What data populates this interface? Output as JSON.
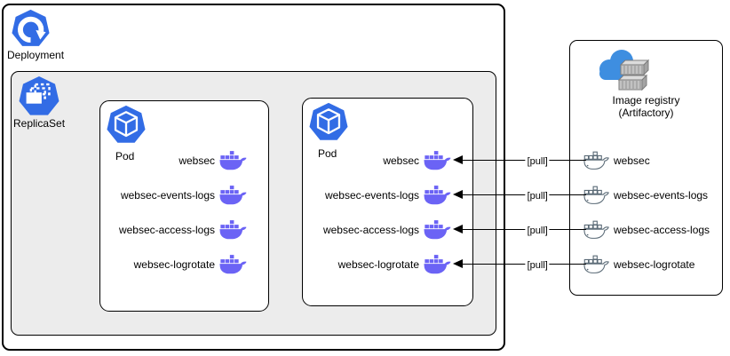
{
  "deployment": {
    "label": "Deployment"
  },
  "replicaset": {
    "label": "ReplicaSet"
  },
  "pods": [
    {
      "label": "Pod",
      "containers": [
        "websec",
        "websec-events-logs",
        "websec-access-logs",
        "websec-logrotate"
      ]
    },
    {
      "label": "Pod",
      "containers": [
        "websec",
        "websec-events-logs",
        "websec-access-logs",
        "websec-logrotate"
      ]
    }
  ],
  "registry": {
    "title_line1": "Image registry",
    "title_line2": "(Artifactory)",
    "images": [
      "websec",
      "websec-events-logs",
      "websec-access-logs",
      "websec-logrotate"
    ]
  },
  "arrows": {
    "label": "[pull]",
    "count": 4
  },
  "icons": {
    "deployment": "k8s-deployment-icon",
    "replicaset": "k8s-replicaset-icon",
    "pod": "k8s-pod-icon",
    "pod_container": "docker-whale-icon",
    "registry_image": "docker-whale-outline-icon",
    "registry": "cloud-containers-icon"
  },
  "colors": {
    "kubernetes_blue": "#326CE5",
    "docker_purple": "#6B63F5",
    "whale_outline_gray": "#5B6B77",
    "replicaset_fill": "#ECECEC",
    "cloud_blue": "#3E8EE0",
    "border": "#000000"
  }
}
